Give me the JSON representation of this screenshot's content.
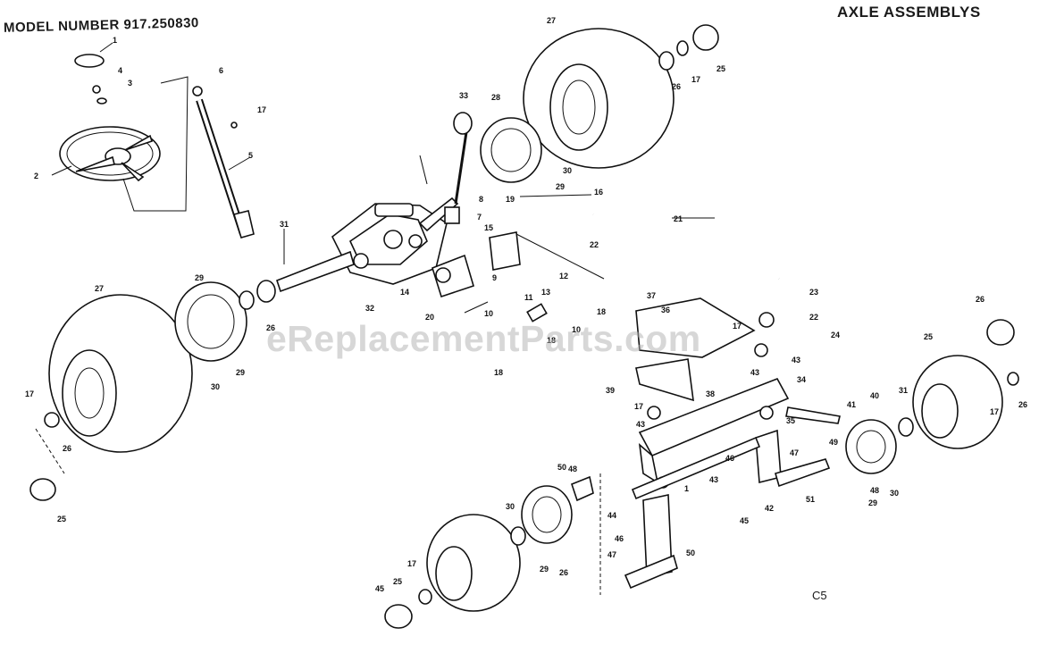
{
  "header": {
    "model_number": "MODEL NUMBER 917.250830",
    "title": "AXLE ASSEMBLYS"
  },
  "footer_code": "C5",
  "watermark": "eReplacementParts.com",
  "callouts": [
    "1",
    "2",
    "3",
    "4",
    "5",
    "6",
    "17",
    "31",
    "33",
    "28",
    "27",
    "26",
    "17",
    "25",
    "30",
    "29",
    "8",
    "7",
    "15",
    "19",
    "16",
    "21",
    "22",
    "14",
    "20",
    "9",
    "10",
    "11",
    "12",
    "13",
    "32",
    "18",
    "18",
    "10",
    "18",
    "29",
    "27",
    "26",
    "30",
    "29",
    "17",
    "26",
    "25",
    "37",
    "36",
    "17",
    "23",
    "22",
    "24",
    "43",
    "43",
    "39",
    "34",
    "38",
    "17",
    "43",
    "35",
    "41",
    "40",
    "25",
    "26",
    "17",
    "26",
    "31",
    "30",
    "29",
    "48",
    "47",
    "46",
    "45",
    "42",
    "43",
    "1",
    "49",
    "51",
    "50",
    "48",
    "44",
    "46",
    "47",
    "50",
    "30",
    "29",
    "26",
    "17",
    "25",
    "45"
  ]
}
